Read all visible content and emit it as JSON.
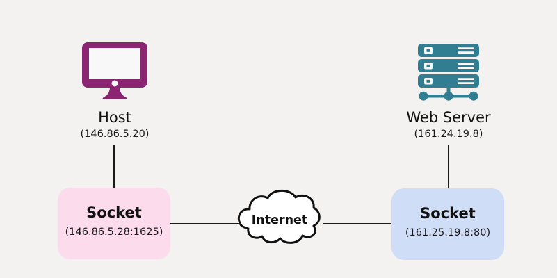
{
  "diagram": {
    "background": "#f3f2f1",
    "line_color": "#1a1a1a",
    "host": {
      "label": "Host",
      "ip": "(146.86.5.20)",
      "icon": "monitor-icon",
      "icon_color": "#8b2572"
    },
    "host_socket": {
      "label": "Socket",
      "address": "(146.86.5.28:1625)",
      "fill": "#fbdbec"
    },
    "internet": {
      "label": "Internet",
      "cloud_fill": "#ffffff",
      "cloud_stroke": "#111111"
    },
    "server_socket": {
      "label": "Socket",
      "address": "(161.25.19.8:80)",
      "fill": "#cfddf7"
    },
    "web_server": {
      "label": "Web Server",
      "ip": "(161.24.19.8)",
      "icon": "server-icon",
      "icon_color": "#317e92"
    }
  }
}
